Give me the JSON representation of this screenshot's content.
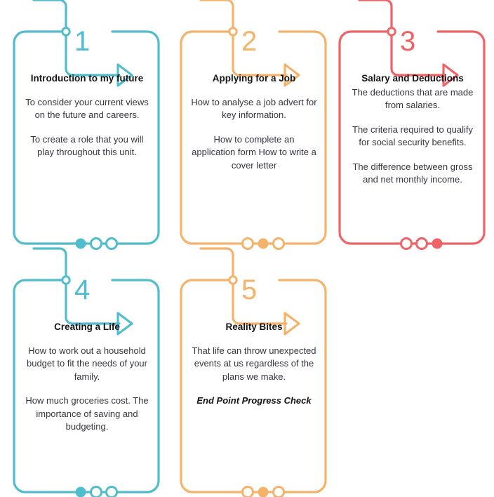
{
  "diagram": {
    "type": "process-flow",
    "title": "Unit learning journey",
    "layout": {
      "columns": 3,
      "rows": 2,
      "card_count": 5
    },
    "colors": {
      "teal": "#4FBDCB",
      "orange": "#F5B36A",
      "red": "#EF6266",
      "heading_text": "#151515",
      "body_text": "#35353f",
      "background": "#ffffff"
    },
    "steps": [
      {
        "number": "1",
        "color_key": "teal",
        "color": "#4FBDCB",
        "title": "Introduction to my future",
        "paragraphs": [
          "To consider your current views on the future and careers.",
          "To create a role that you will play throughout this unit."
        ],
        "first_paragraph_tight": false,
        "emphasis_note": "",
        "dots": {
          "count": 3,
          "filled_index": 0
        }
      },
      {
        "number": "2",
        "color_key": "orange",
        "color": "#F5B36A",
        "title": "Applying for a Job",
        "paragraphs": [
          "How to analyse a job advert for key information.",
          "How to complete an application form How to write a cover letter"
        ],
        "first_paragraph_tight": false,
        "emphasis_note": "",
        "dots": {
          "count": 3,
          "filled_index": 1
        }
      },
      {
        "number": "3",
        "color_key": "red",
        "color": "#EF6266",
        "title": "Salary and Deductions",
        "paragraphs": [
          "The deductions that are made from salaries.",
          "The criteria required to qualify for social security benefits.",
          "The difference between gross and net monthly income."
        ],
        "first_paragraph_tight": true,
        "emphasis_note": "",
        "dots": {
          "count": 3,
          "filled_index": 2
        }
      },
      {
        "number": "4",
        "color_key": "teal",
        "color": "#4FBDCB",
        "title": "Creating a Life",
        "paragraphs": [
          "How to work out a household budget to fit the needs of your family.",
          "How much groceries cost. The importance of saving and budgeting."
        ],
        "first_paragraph_tight": false,
        "emphasis_note": "",
        "dots": {
          "count": 3,
          "filled_index": 0
        }
      },
      {
        "number": "5",
        "color_key": "orange",
        "color": "#F5B36A",
        "title": "Reality Bites",
        "paragraphs": [
          "That life can throw unexpected events at us regardless of the plans we make."
        ],
        "first_paragraph_tight": false,
        "emphasis_note": "End Point Progress Check",
        "dots": {
          "count": 3,
          "filled_index": 1
        }
      }
    ]
  }
}
